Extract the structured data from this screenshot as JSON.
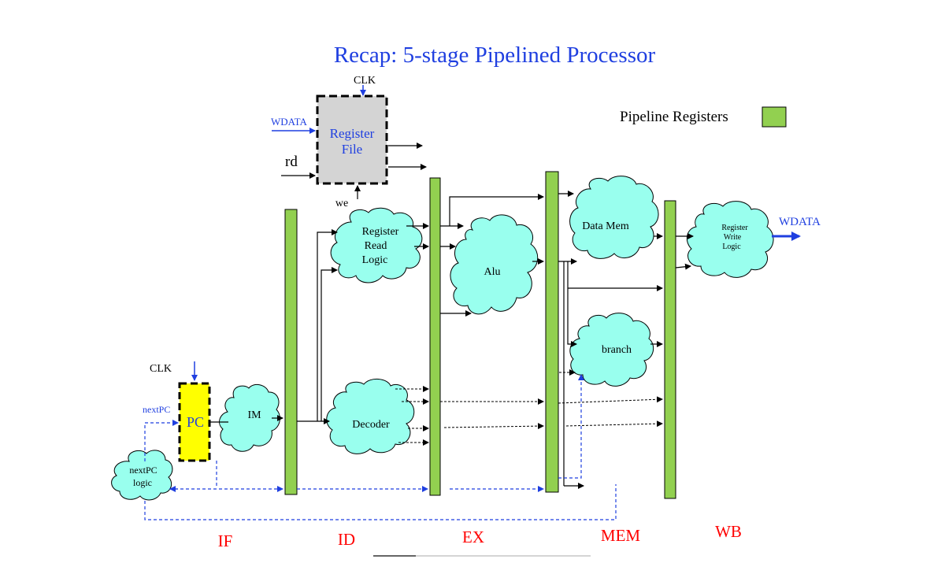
{
  "title": "Recap: 5-stage Pipelined Processor",
  "legend": {
    "label": "Pipeline Registers",
    "color": "#92d050"
  },
  "register_file": {
    "line1": "Register",
    "line2": "File",
    "clk": "CLK",
    "wdata": "WDATA",
    "rd": "rd",
    "we": "we"
  },
  "pc_block": {
    "label": "PC",
    "clk": "CLK",
    "next_pc": "nextPC",
    "color": "#ffff00"
  },
  "clouds": {
    "im": "IM",
    "reg_read": [
      "Register",
      "Read",
      "Logic"
    ],
    "decoder": "Decoder",
    "alu": "Alu",
    "data_mem": "Data Mem",
    "branch": "branch",
    "reg_write": [
      "Register",
      "Write",
      "Logic"
    ],
    "next_pc_logic": [
      "nextPC",
      "logic"
    ]
  },
  "wb_output": "WDATA",
  "stages": [
    "IF",
    "ID",
    "EX",
    "MEM",
    "WB"
  ],
  "colors": {
    "title": "#1f3fe0",
    "stage": "#ff0000",
    "cloud": "#99ffee",
    "wire_blue": "#1f3fe0",
    "regfile": "#d4d4d4"
  }
}
